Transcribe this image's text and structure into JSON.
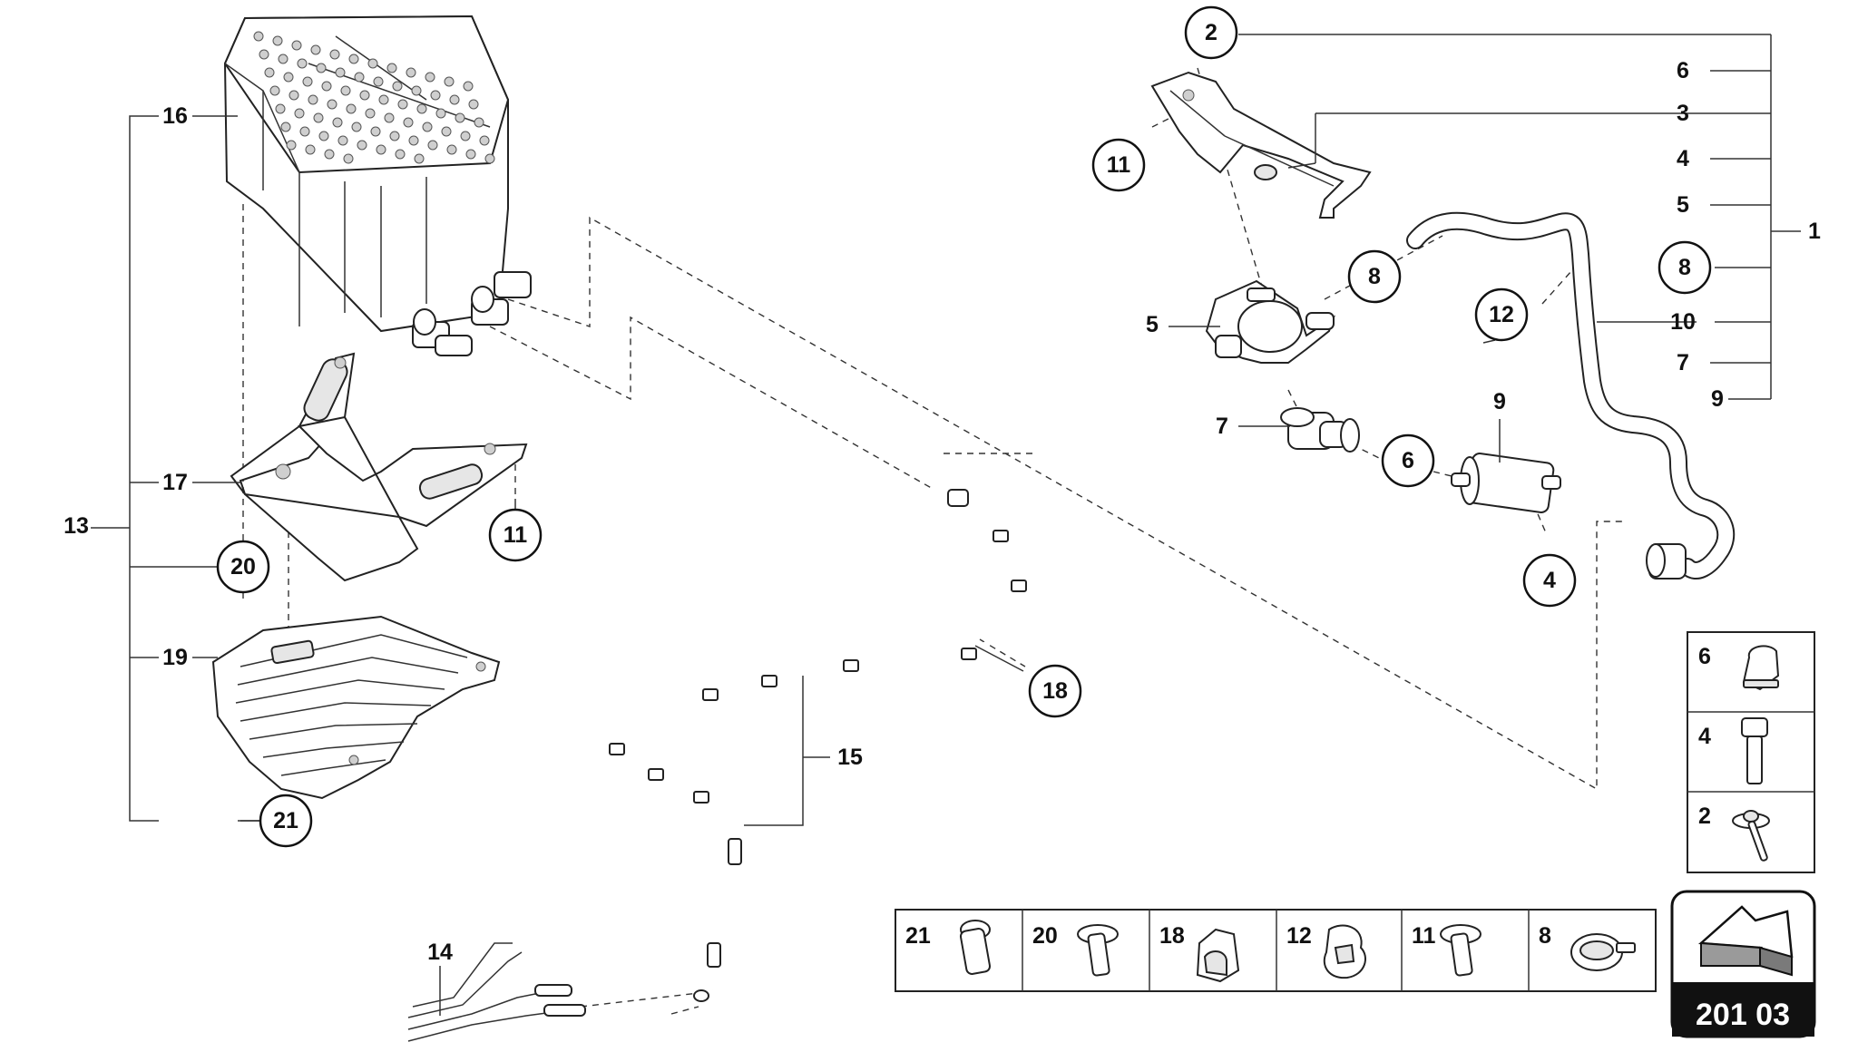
{
  "callouts": {
    "c2": "2",
    "c11a": "11",
    "c8": "8",
    "c12": "12",
    "c6": "6",
    "c4": "4",
    "c8r": "8",
    "c11b": "11",
    "c20": "20",
    "c18": "18",
    "c21": "21"
  },
  "labels": {
    "l16": "16",
    "l17": "17",
    "l19": "19",
    "l13": "13",
    "l5": "5",
    "l7": "7",
    "l9": "9",
    "l15": "15",
    "l14": "14",
    "r6": "6",
    "r3": "3",
    "r4": "4",
    "r5": "5",
    "r1": "1",
    "r10": "10",
    "r7": "7",
    "r9": "9"
  },
  "legend_right": [
    "6",
    "4",
    "2"
  ],
  "legend_bottom": [
    "21",
    "20",
    "18",
    "12",
    "11",
    "8"
  ],
  "diagram_number": "201 03"
}
